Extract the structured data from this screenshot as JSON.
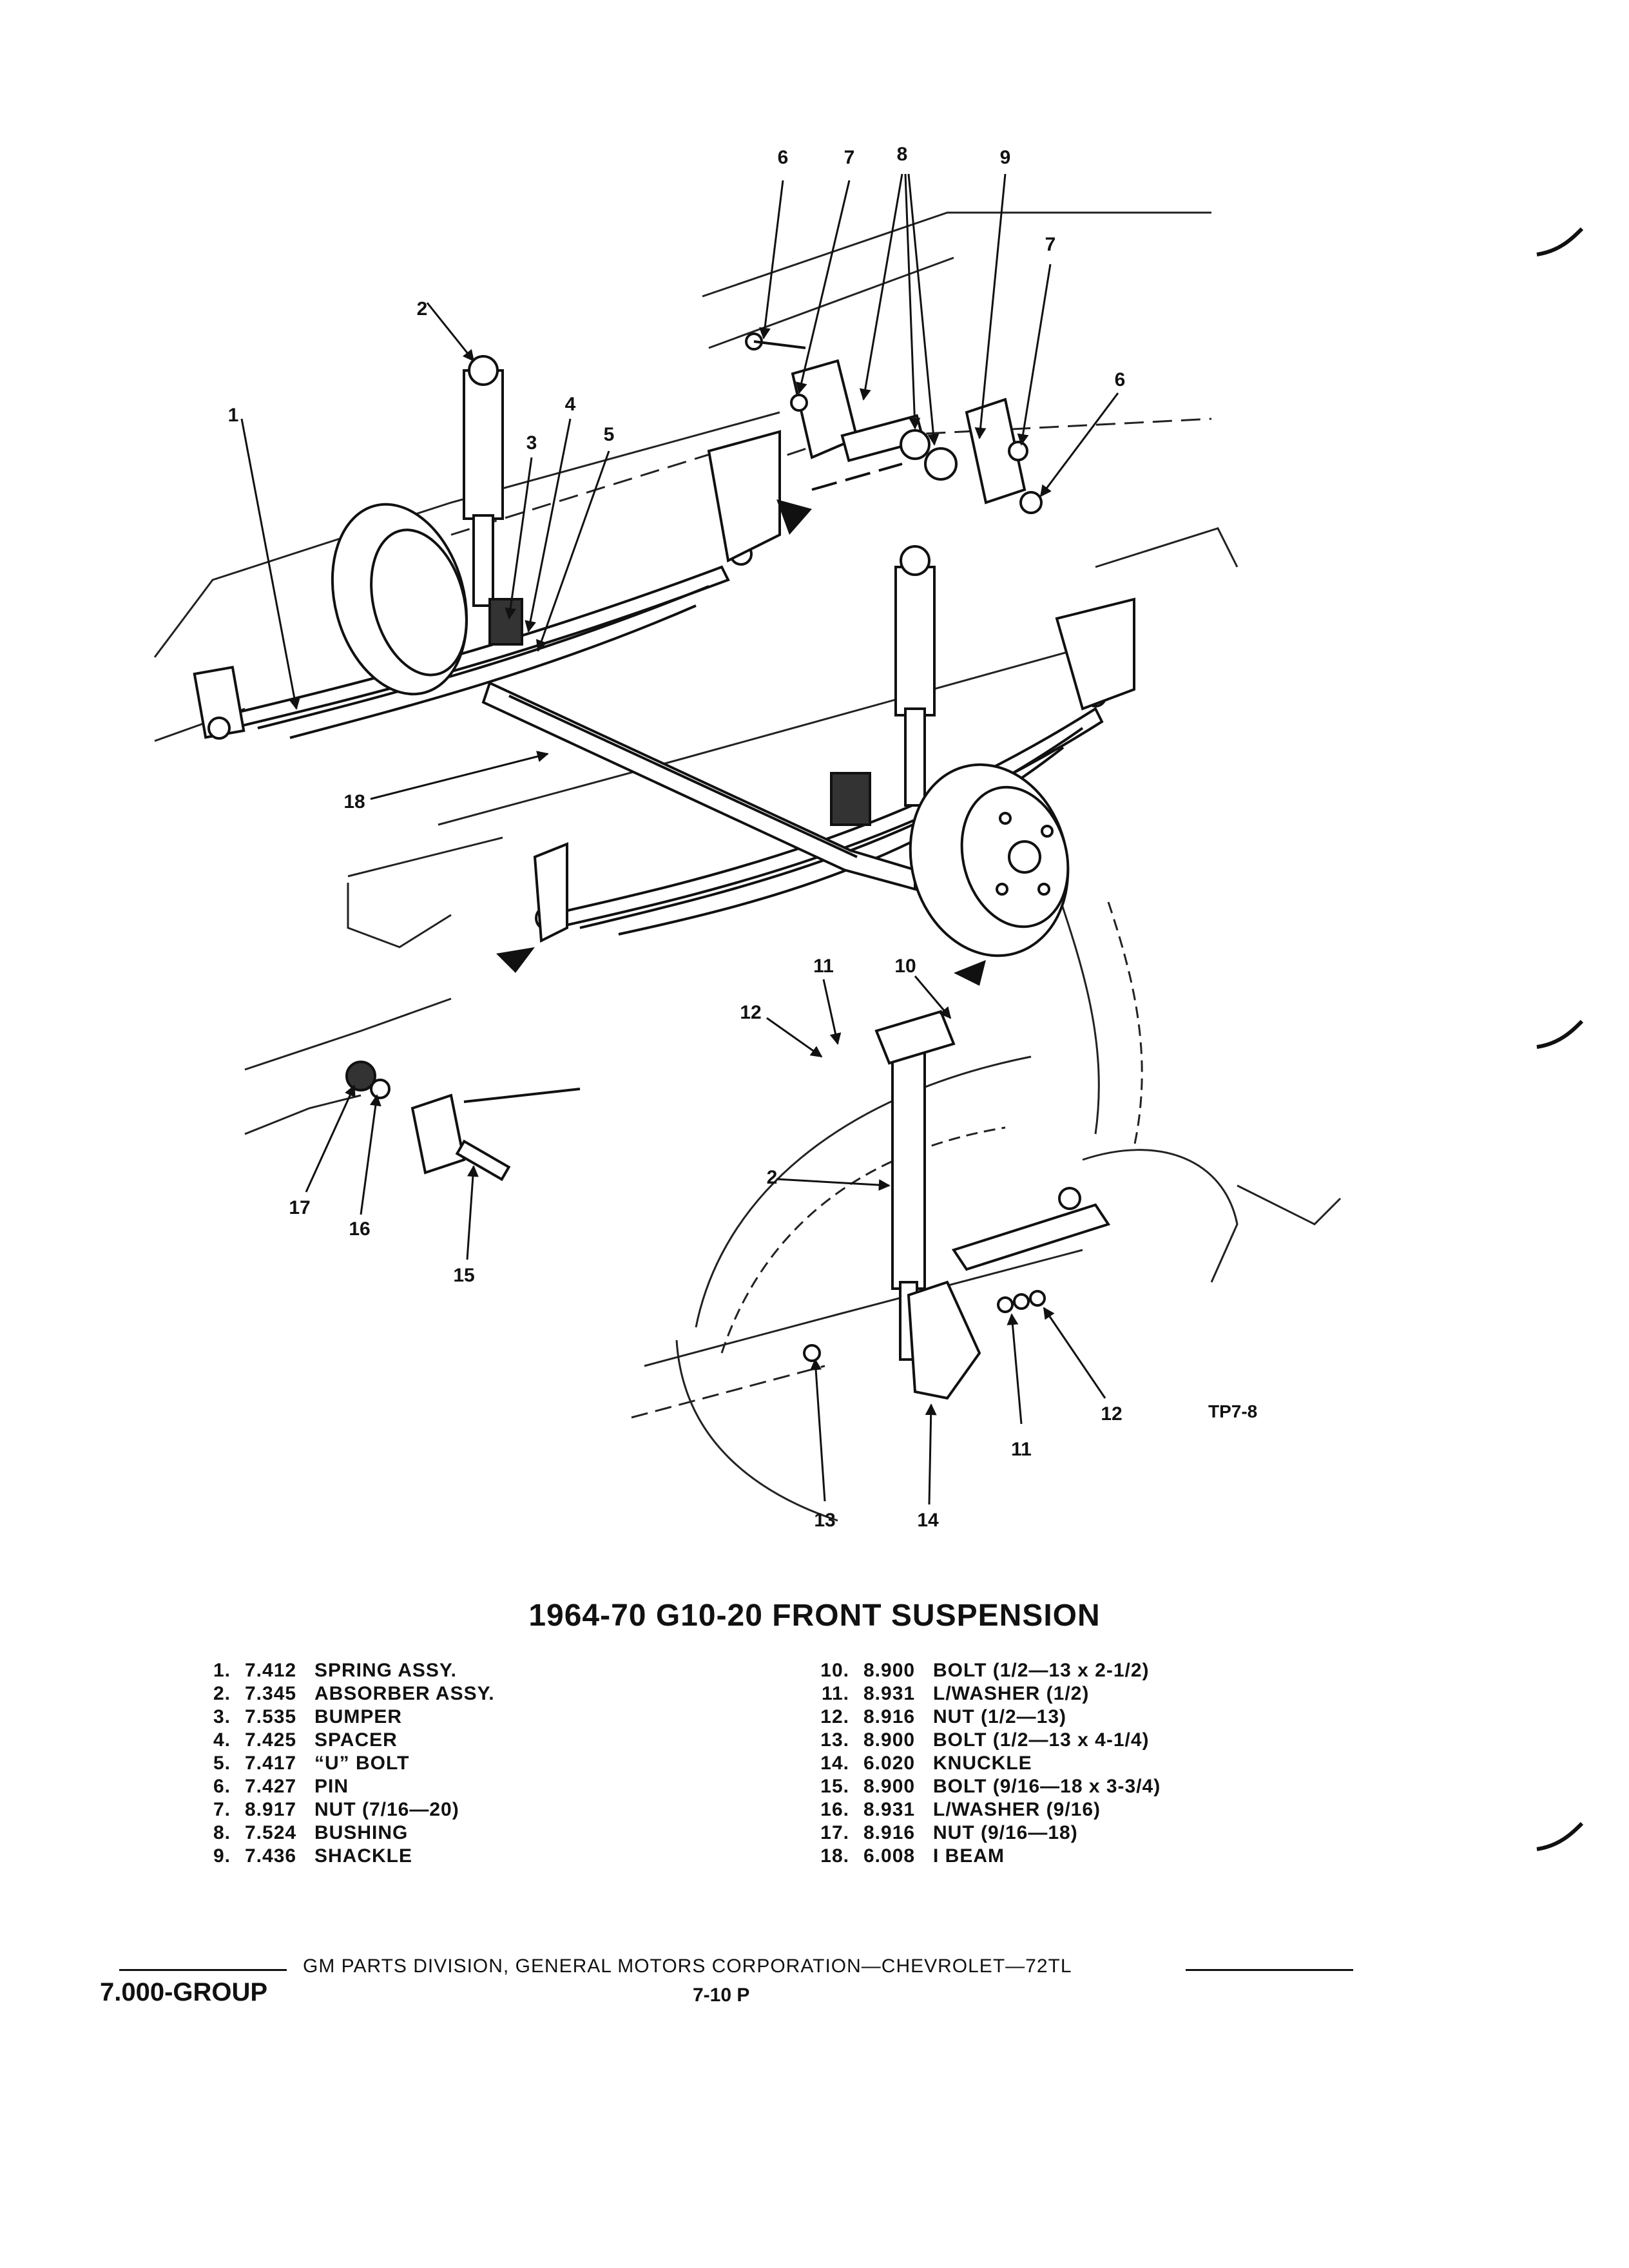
{
  "diagram": {
    "callouts": [
      {
        "text": "6",
        "name": "callout-6-top"
      },
      {
        "text": "7",
        "name": "callout-7-top"
      },
      {
        "text": "8",
        "name": "callout-8"
      },
      {
        "text": "9",
        "name": "callout-9"
      },
      {
        "text": "7",
        "name": "callout-7-right"
      },
      {
        "text": "6",
        "name": "callout-6-right"
      },
      {
        "text": "2",
        "name": "callout-2-top"
      },
      {
        "text": "1",
        "name": "callout-1"
      },
      {
        "text": "3",
        "name": "callout-3"
      },
      {
        "text": "4",
        "name": "callout-4"
      },
      {
        "text": "5",
        "name": "callout-5"
      },
      {
        "text": "18",
        "name": "callout-18"
      },
      {
        "text": "11",
        "name": "callout-11-top"
      },
      {
        "text": "10",
        "name": "callout-10"
      },
      {
        "text": "12",
        "name": "callout-12-top"
      },
      {
        "text": "2",
        "name": "callout-2-lower"
      },
      {
        "text": "17",
        "name": "callout-17"
      },
      {
        "text": "16",
        "name": "callout-16"
      },
      {
        "text": "15",
        "name": "callout-15"
      },
      {
        "text": "12",
        "name": "callout-12-lower"
      },
      {
        "text": "11",
        "name": "callout-11-lower"
      },
      {
        "text": "13",
        "name": "callout-13"
      },
      {
        "text": "14",
        "name": "callout-14"
      }
    ],
    "figure_code": "TP7-8"
  },
  "title": "1964-70 G10-20 FRONT SUSPENSION",
  "parts_left": [
    {
      "num": "1.",
      "code": "7.412",
      "desc": "SPRING ASSY."
    },
    {
      "num": "2.",
      "code": "7.345",
      "desc": "ABSORBER ASSY."
    },
    {
      "num": "3.",
      "code": "7.535",
      "desc": "BUMPER"
    },
    {
      "num": "4.",
      "code": "7.425",
      "desc": "SPACER"
    },
    {
      "num": "5.",
      "code": "7.417",
      "desc": "“U” BOLT"
    },
    {
      "num": "6.",
      "code": "7.427",
      "desc": "PIN"
    },
    {
      "num": "7.",
      "code": "8.917",
      "desc": "NUT (7/16—20)"
    },
    {
      "num": "8.",
      "code": "7.524",
      "desc": "BUSHING"
    },
    {
      "num": "9.",
      "code": "7.436",
      "desc": "SHACKLE"
    }
  ],
  "parts_right": [
    {
      "num": "10.",
      "code": "8.900",
      "desc": "BOLT (1/2—13 x 2-1/2)"
    },
    {
      "num": "11.",
      "code": "8.931",
      "desc": "L/WASHER (1/2)"
    },
    {
      "num": "12.",
      "code": "8.916",
      "desc": "NUT (1/2—13)"
    },
    {
      "num": "13.",
      "code": "8.900",
      "desc": "BOLT (1/2—13 x 4-1/4)"
    },
    {
      "num": "14.",
      "code": "6.020",
      "desc": "KNUCKLE"
    },
    {
      "num": "15.",
      "code": "8.900",
      "desc": "BOLT (9/16—18 x 3-3/4)"
    },
    {
      "num": "16.",
      "code": "8.931",
      "desc": "L/WASHER (9/16)"
    },
    {
      "num": "17.",
      "code": "8.916",
      "desc": "NUT (9/16—18)"
    },
    {
      "num": "18.",
      "code": "6.008",
      "desc": "I BEAM"
    }
  ],
  "footer": {
    "text": "GM PARTS DIVISION, GENERAL MOTORS CORPORATION—CHEVROLET—72TL",
    "group": "7.000-GROUP",
    "page": "7-10 P"
  }
}
